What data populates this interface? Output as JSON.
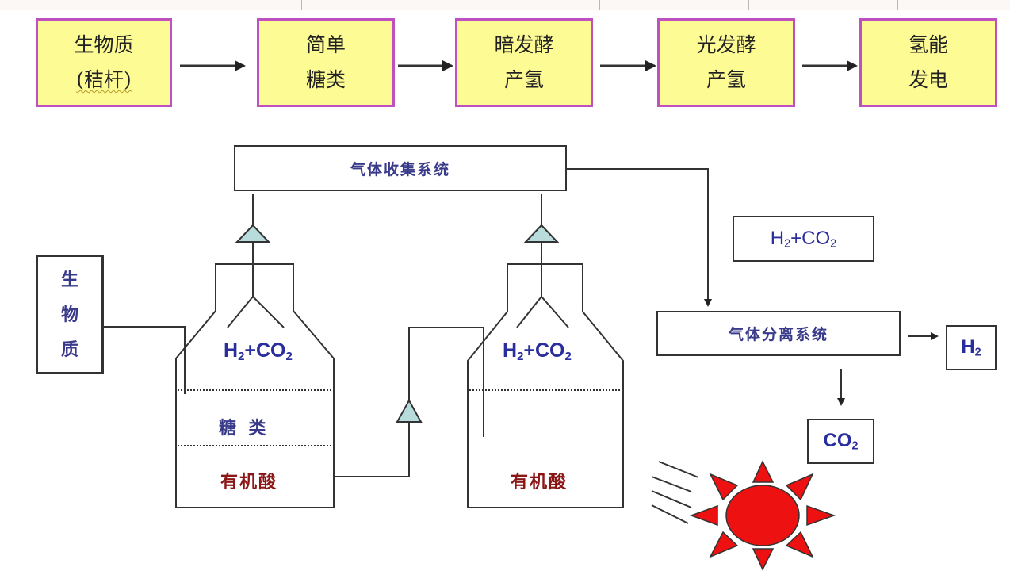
{
  "process_flow": {
    "steps": [
      {
        "line1": "生物质",
        "line2": "(秸杆)"
      },
      {
        "line1": "简单",
        "line2": "糖类"
      },
      {
        "line1": "暗发酵",
        "line2": "产氢"
      },
      {
        "line1": "光发酵",
        "line2": "产氢"
      },
      {
        "line1": "氢能",
        "line2": "发电"
      }
    ]
  },
  "apparatus": {
    "gas_collection_system": "气体收集系统",
    "gas_separation_system": "气体分离系统",
    "biomass_input": [
      "生",
      "物",
      "质"
    ],
    "mixed_gas_label": {
      "main1": "H",
      "sub1": "2",
      "plus": "+CO",
      "sub2": "2"
    },
    "reactor1": {
      "gas": {
        "main1": "H",
        "sub1": "2",
        "plus": "+CO",
        "sub2": "2"
      },
      "middle_layer": "糖  类",
      "bottom_layer": "有机酸"
    },
    "reactor2": {
      "gas": {
        "main1": "H",
        "sub1": "2",
        "plus": "+CO",
        "sub2": "2"
      },
      "bottom_layer": "有机酸"
    },
    "output_h2": {
      "main": "H",
      "sub": "2"
    },
    "output_co2": {
      "main": "CO",
      "sub": "2"
    }
  },
  "colors": {
    "flow_box_fill": "#fdfb94",
    "flow_box_border": "#c04fc0",
    "valve_fill": "#b8dcdc",
    "sun_fill": "#ee1111",
    "gas_text": "#2a2d9c",
    "acid_text": "#8b1616"
  }
}
